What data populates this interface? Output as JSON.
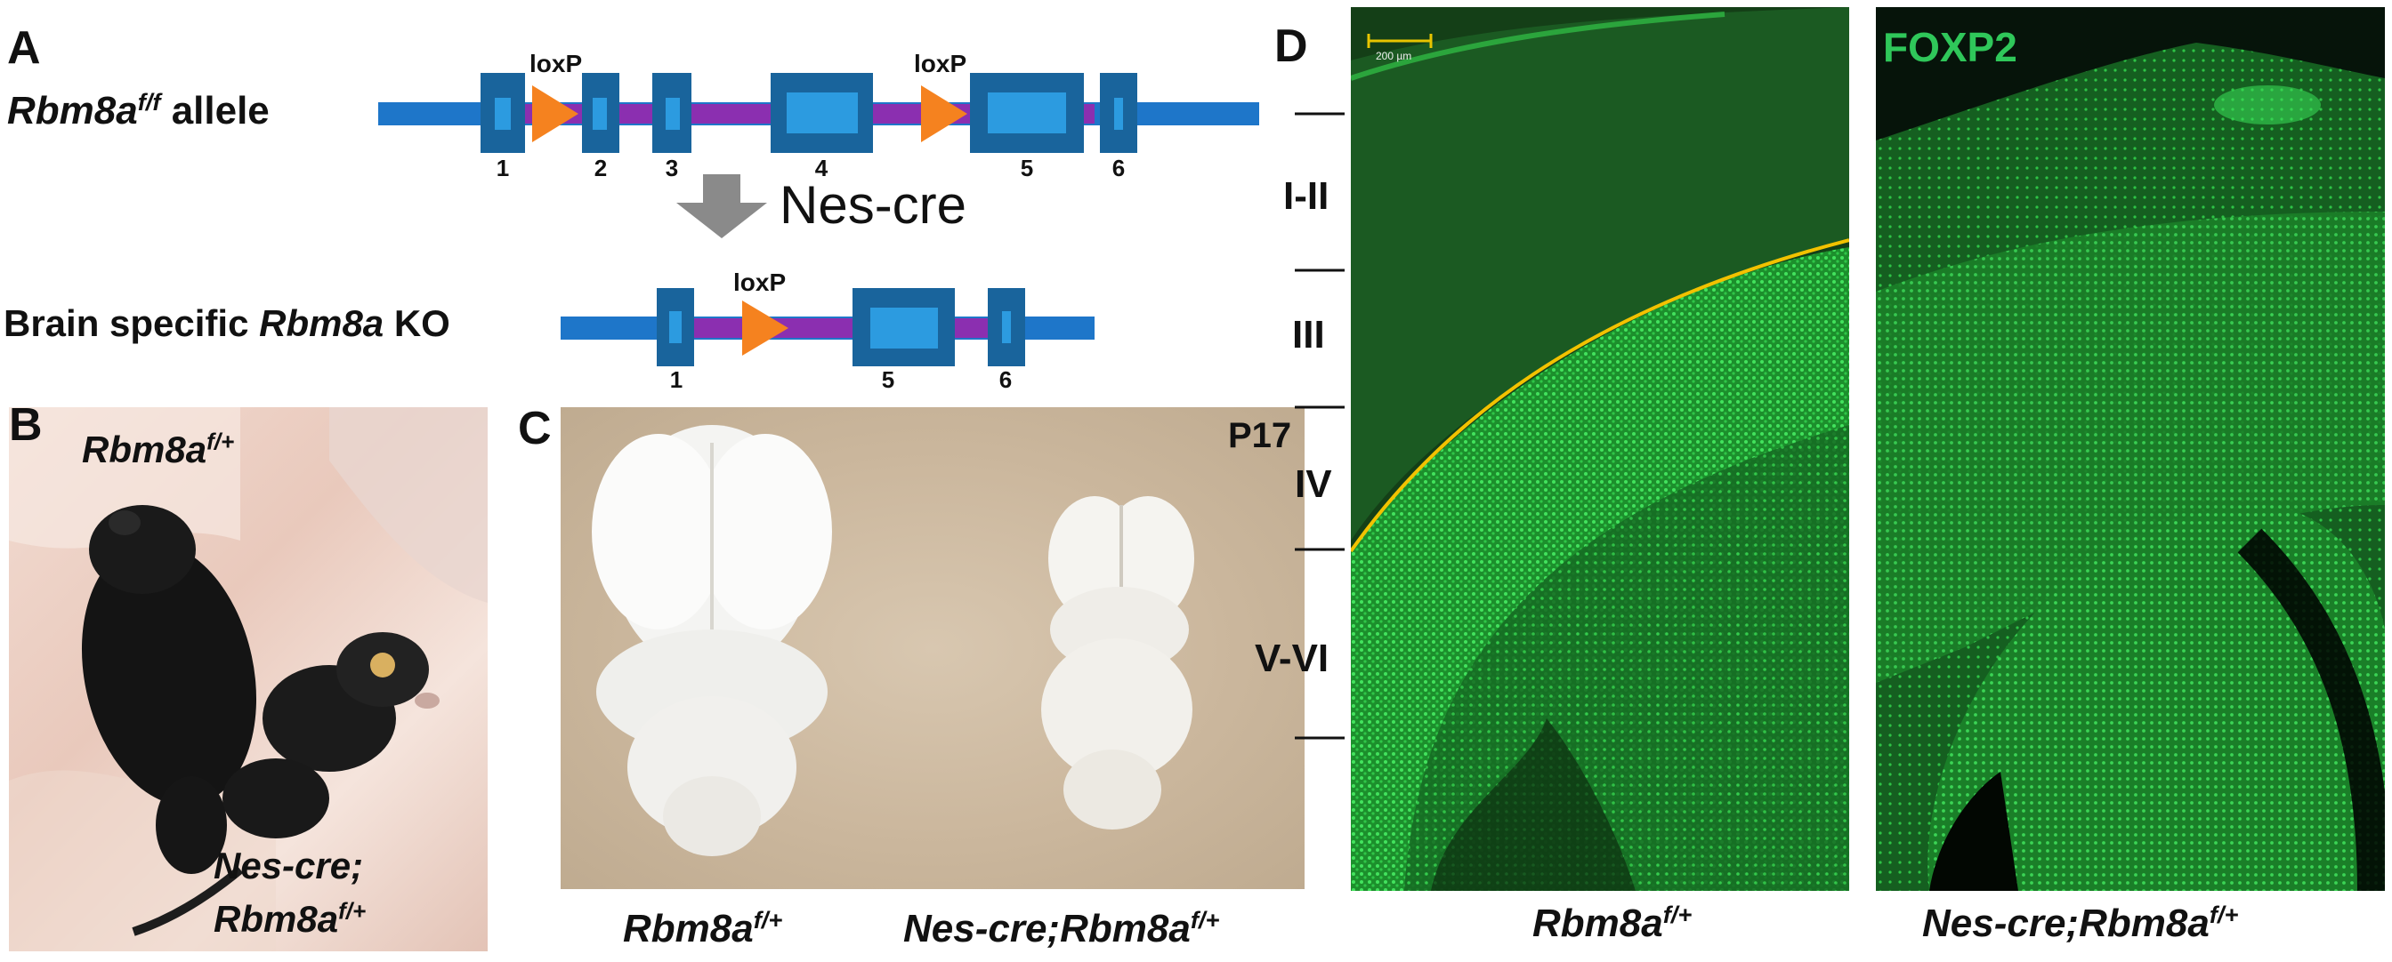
{
  "panel_a": {
    "letter": "A",
    "row1_gene": "Rbm8a",
    "row1_superscript": "f/f",
    "row1_suffix": " allele",
    "loxp_label_1": "loxP",
    "loxp_label_2": "loxP",
    "exons_row1": [
      "1",
      "2",
      "3",
      "4",
      "5",
      "6"
    ],
    "arrow_label": "Nes-cre",
    "row2_prefix": "Brain specific ",
    "row2_gene": "Rbm8a",
    "row2_suffix": " KO",
    "loxp_label_3": "loxP",
    "exons_row2": [
      "1",
      "5",
      "6"
    ],
    "colors": {
      "backbone": "#1e76c9",
      "intron": "#8b2fb0",
      "exon_outer": "#19649c",
      "exon_inner": "#2c9be0",
      "loxp": "#f5821f",
      "arrow": "#8a8a8a"
    }
  },
  "panel_b": {
    "letter": "B",
    "label_top_gene": "Rbm8a",
    "label_top_sup": "f/+",
    "label_bottom_line1": "Nes-cre;",
    "label_bottom_gene": "Rbm8a",
    "label_bottom_sup": "f/+"
  },
  "panel_c": {
    "letter": "C",
    "age": "P17",
    "caption_left_gene": "Rbm8a",
    "caption_left_sup": "f/+",
    "caption_right_prefix": "Nes-cre;",
    "caption_right_gene": "Rbm8a",
    "caption_right_sup": "f/+"
  },
  "panel_d": {
    "letter": "D",
    "layers": [
      "I-II",
      "III",
      "IV",
      "V-VI"
    ],
    "scale_bar": "200 µm",
    "marker": "FOXP2",
    "caption_left_gene": "Rbm8a",
    "caption_left_sup": "f/+",
    "caption_right_prefix": "Nes-cre;",
    "caption_right_gene": "Rbm8a",
    "caption_right_sup": "f/+",
    "colors": {
      "stain": "#2bd64a",
      "boundary": "#f2c200"
    }
  }
}
